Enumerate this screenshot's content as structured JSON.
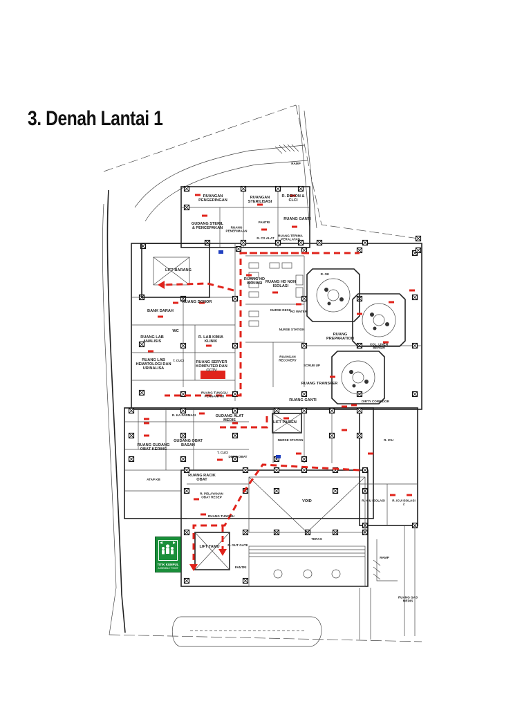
{
  "title": "3. Denah Lantai 1",
  "colors": {
    "route": "#e0231b",
    "assembly_sign": "#1a8f3a",
    "marker": "#e0231b",
    "blue_marker": "#2040c0"
  },
  "assembly_sign": {
    "label": "TITIK KUMPUL",
    "sublabel": "ASSEMBLY POINT",
    "icon": "assembly-point-icon"
  },
  "rooms": [
    {
      "id": "pelebringan",
      "text": "RUANGAN PENGERINGAN"
    },
    {
      "id": "sterilisasi",
      "text": "RUANGAN STERILISASI"
    },
    {
      "id": "dekon",
      "text": "R. DEKON & CLCI"
    },
    {
      "id": "gudang_steril",
      "text": "GUDANG STERIL & PENCEPAKAN"
    },
    {
      "id": "pantri",
      "text": "PANTRI"
    },
    {
      "id": "ruang_ganti",
      "text": "RUANG GANTI"
    },
    {
      "id": "ruang_penerimaan",
      "text": "RUANG PENERIMAAN"
    },
    {
      "id": "r_cs",
      "text": "R. CS ALAT"
    },
    {
      "id": "ruang_terima",
      "text": "RUANG TERIMA PERALATAN"
    },
    {
      "id": "lift_barang",
      "text": "LIFT BARANG"
    },
    {
      "id": "isolasi",
      "text": "RUANG HD ISOLASI"
    },
    {
      "id": "hd_non_isolasi",
      "text": "RUANG HD NON ISOLASI"
    },
    {
      "id": "nurse_desk",
      "text": "NURSE DESK"
    },
    {
      "id": "ro_water",
      "text": "RO WATER"
    },
    {
      "id": "ruang_donor",
      "text": "RUANG DONOR"
    },
    {
      "id": "bank_darah",
      "text": "BANK DARAH"
    },
    {
      "id": "wc",
      "text": "WC"
    },
    {
      "id": "lab_analisis",
      "text": "RUANG LAB ANALISIS"
    },
    {
      "id": "lab_klinik",
      "text": "R. LAB KIMIA KLINIK"
    },
    {
      "id": "lab_hematologi",
      "text": "RUANG LAB HEMATOLOGI DAN URINALISA"
    },
    {
      "id": "t_cuci",
      "text": "T. CUCI"
    },
    {
      "id": "server",
      "text": "RUANG SERVER KOMPUTER DAN CCTV"
    },
    {
      "id": "nurse_station",
      "text": "NURSE STATION"
    },
    {
      "id": "ruang_preparation",
      "text": "RUANG PREPARATION"
    },
    {
      "id": "col_linen",
      "text": "COL. LINEN BERSIH"
    },
    {
      "id": "ruang_recovery",
      "text": "RUANGAN RECOVERY"
    },
    {
      "id": "scrub_up",
      "text": "SCRUB UP"
    },
    {
      "id": "ruang_transfer",
      "text": "RUANG TRANSFER"
    },
    {
      "id": "dirty_corridor",
      "text": "DIRTY CORRIDOR"
    },
    {
      "id": "ruang_tunggu",
      "text": "RUANG TUNGGU PENGANTAR"
    },
    {
      "id": "ruang_ganti2",
      "text": "RUANG GANTI"
    },
    {
      "id": "farmasi",
      "text": "R. KA FARMASI"
    },
    {
      "id": "gudang_alat",
      "text": "GUDANG ALAT MEDIS"
    },
    {
      "id": "lift_pasien",
      "text": "LIFT PASIEN"
    },
    {
      "id": "gudang_obat",
      "text": "GUDANG OBAT BASAH"
    },
    {
      "id": "gudang_obat_kering",
      "text": "RUANG GUDANG OBAT KERING"
    },
    {
      "id": "nurse_station2",
      "text": "NURSE STATION"
    },
    {
      "id": "t_cuci2",
      "text": "T. CUCI"
    },
    {
      "id": "depo_obat",
      "text": "DEPO OBAT"
    },
    {
      "id": "ruang_racik",
      "text": "RUANG RACIK OBAT"
    },
    {
      "id": "atap",
      "text": "ATAP KB"
    },
    {
      "id": "loket",
      "text": "R. PELAYANAN OBAT RESEP"
    },
    {
      "id": "void",
      "text": "VOID"
    },
    {
      "id": "teras",
      "text": "TERAS"
    },
    {
      "id": "lift_tamu",
      "text": "LIFT TAMU"
    },
    {
      "id": "r_gut",
      "text": "R. GUT GATE"
    },
    {
      "id": "pantri2",
      "text": "PANTRI"
    },
    {
      "id": "r_icu",
      "text": "R. ICU"
    },
    {
      "id": "isolasi1",
      "text": "R. ICU ISOLASI 1"
    },
    {
      "id": "isolasi2",
      "text": "R. ICU ISOLASI 2"
    },
    {
      "id": "ramp_top",
      "text": "RAMP"
    },
    {
      "id": "ramp_right",
      "text": "RAMP"
    },
    {
      "id": "ramp_gas",
      "text": "RUANG GAS MEDIS"
    },
    {
      "id": "r_ok",
      "text": "R. OK"
    },
    {
      "id": "ruang_tunggu_bawah",
      "text": "RUANG TUNGGU"
    }
  ]
}
